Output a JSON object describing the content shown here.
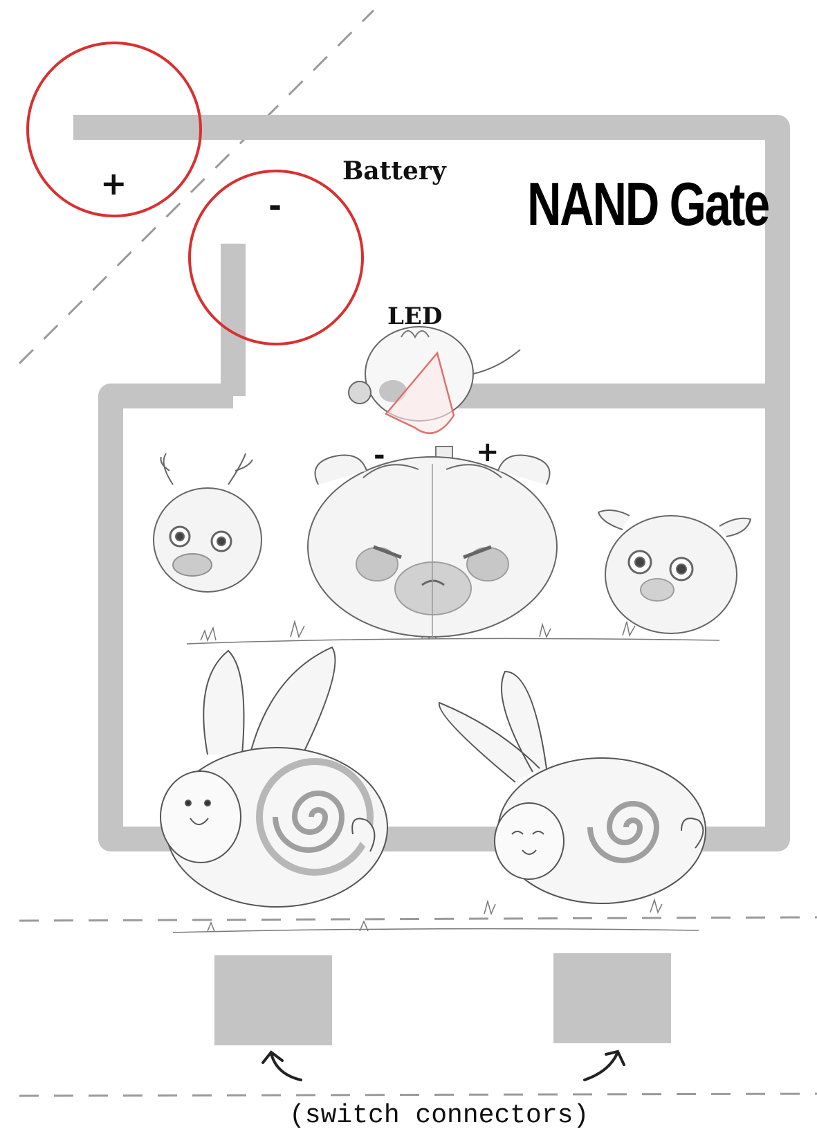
{
  "title": "NAND Gate",
  "labels": {
    "battery": "Battery",
    "led": "LED",
    "battery_plus": "+",
    "battery_minus": "-",
    "led_minus": "-",
    "led_plus": "+",
    "switch_connectors": "(switch connectors)"
  },
  "colors": {
    "wire": "#c4c4c4",
    "battery_outline": "#d93030",
    "connector": "#c4c4c4",
    "sketch": "#555555",
    "dashed_line": "#9a9a9a"
  },
  "icons": {
    "battery_plus_terminal": "circle",
    "battery_minus_terminal": "circle",
    "led": "led-triangle",
    "connector_arrow": "curved-arrow-icon"
  }
}
